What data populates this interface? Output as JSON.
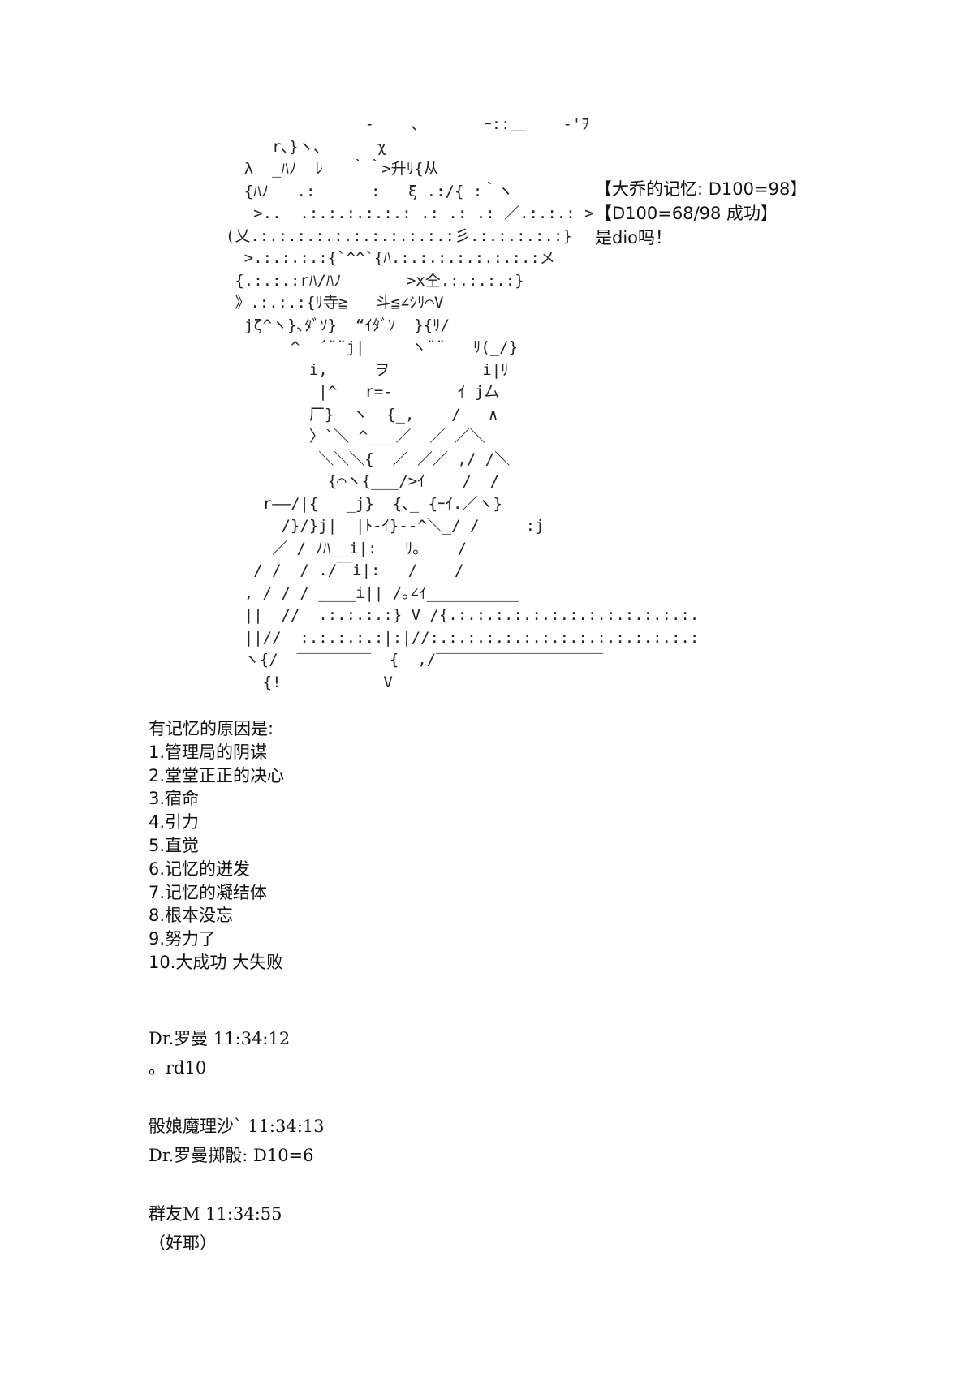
{
  "ascii_art": "                 ‐    ､       ｰ::＿    ‐'ｦ\n       r､}ヽ､      χ\n    λ  _ﾊﾉ  ﾚ   ｀＾>升ﾘ{从\n    {ﾊﾉ   .:      :   ξ .:/{ :｀ヽ\n     >..  .:.:.:.:.:.: .: .: .: ／.:.:.: >\n  (乂.:.:.:.:.:.:.:.:.:.:.:彡.:.:.:.:.:}\n    >.:.:.:.:{`^^`{ﾊ.:.:.:.:.:.:.:.:メ\n   {.:.:.:rﾊ/ﾊﾉ       >x仝.:.:.:.:}\n   》.:.:.:{ﾘ寺≧   斗≦∠ｼﾘ⌒V\n    jζ^ヽ}､ﾀﾞｿ}  “ｲﾀﾞｿ  }{ﾘ/\n         ^  ´¨¨j|     ヽ¨¨   ﾘ(_/}\n           i,     ヲ          i|ﾘ\n            |^   r=-       ｲ j厶\n           厂}  ヽ  {_,    /   ∧\n           〉`＼ ^___／  ／ ／＼\n            ＼＼＼{  ／ ／／ ,/ /＼\n             {⌒ヽ{___/>ｲ    /  /\n      r――/|{   _j}  {､_ {ｰｲ.／ヽ}\n        /}/}j|  |ﾄ-ｲ}--^＼_/ /     :j\n       ／ / ﾉﾊ__i|:   ﾘ｡    /\n     / /  / ./￣i|:   /    /\n    , / / / ____i|| /｡∠ｲ__________\n    ||  //  .:.:.:.:} V /{.:.:.:.:.:.:.:.:.:.:.:.:.:.\n    ||//  :.:.:.:.:|:|//:.:.:.:.:.:.:.:.:.:.:.:.:.:.:\n    ヽ{/  ‾‾‾‾‾‾‾‾  {  ,/‾‾‾‾‾‾‾‾‾‾‾‾‾‾‾‾‾‾\n      {!           V",
  "note": {
    "lines": [
      "【大乔的记忆: D100=98】",
      "【D100=68/98 成功】",
      "是dio吗！"
    ]
  },
  "reasons": {
    "title": "有记忆的原因是:",
    "items": [
      "1.管理局的阴谋",
      "2.堂堂正正的决心",
      "3.宿命",
      "4.引力",
      "5.直觉",
      "6.记忆的迸发",
      "7.记忆的凝结体",
      "8.根本没忘",
      "9.努力了",
      "10.大成功 大失败"
    ]
  },
  "chat": [
    {
      "header": "Dr.罗曼 11:34:12",
      "body": "。rd10"
    },
    {
      "header": "骰娘魔理沙` 11:34:13",
      "body": "Dr.罗曼掷骰: D10=6"
    },
    {
      "header": "群友M 11:34:55",
      "body": "（好耶）"
    }
  ]
}
